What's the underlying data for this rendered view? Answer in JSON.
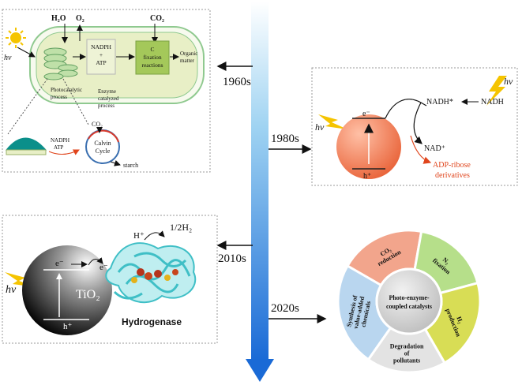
{
  "timeline": {
    "decades": [
      "1960s",
      "1980s",
      "2010s",
      "2020s"
    ]
  },
  "panel_1960s": {
    "h2o": "H₂O",
    "o2": "O₂",
    "co2_top": "CO₂",
    "hv": "hν",
    "nadph_atp": [
      "NADPH",
      "+",
      "ATP"
    ],
    "c_fixation": [
      "C",
      "fixation",
      "reactions"
    ],
    "organic_matter": [
      "Organic",
      "matter"
    ],
    "photocatalytic": [
      "Photocatalytic",
      "process"
    ],
    "enzyme_catalyzed": [
      "Enzyme",
      "catalyzed",
      "process"
    ],
    "co2_bottom": "CO₂",
    "nadph_atp_small": [
      "NADPH",
      "ATP"
    ],
    "calvin": [
      "Calvin",
      "Cycle"
    ],
    "starch": "starch"
  },
  "panel_1980s": {
    "hv_right": "hν",
    "hv_left": "hν",
    "electron": "e⁻",
    "hole": "h⁺",
    "nadh_star": "NADH*",
    "nadh": "NADH",
    "nad_plus": "NAD⁺",
    "adp_ribose": [
      "ADP-ribose",
      "derivatives"
    ]
  },
  "panel_2010s": {
    "hv": "hν",
    "electron1": "e⁻",
    "electron2": "e⁻",
    "hole": "h⁺",
    "tio2": "TiO₂",
    "h_plus": "H⁺",
    "half_h2": "1/2H₂",
    "hydrogenase": "Hydrogenase"
  },
  "panel_2020s": {
    "center": [
      "Photo-enzyme-",
      "coupled catalysts"
    ],
    "co2_reduction": [
      "CO₂",
      "reduction"
    ],
    "n2_fixation": [
      "N₂",
      "fixation"
    ],
    "h2_production": [
      "H₂",
      "production"
    ],
    "degradation": [
      "Degradation",
      "of",
      "pollutants"
    ],
    "synthesis": [
      "Synthesis of",
      "value-added",
      "chemicals"
    ]
  },
  "colors": {
    "timeline_top": "#ffffff",
    "timeline_bottom": "#1e6fd9",
    "orange_sphere": "#f08a66",
    "red_text": "#e0451c",
    "sun": "#f5c400",
    "cell_green": "#dfe8b0",
    "pie_salmon": "#f2a58c",
    "pie_green": "#b6df8a",
    "pie_yellow": "#d8dd55",
    "pie_gray": "#e3e3e3",
    "pie_blue": "#b9d6ef",
    "protein": "#3fbfc6"
  }
}
